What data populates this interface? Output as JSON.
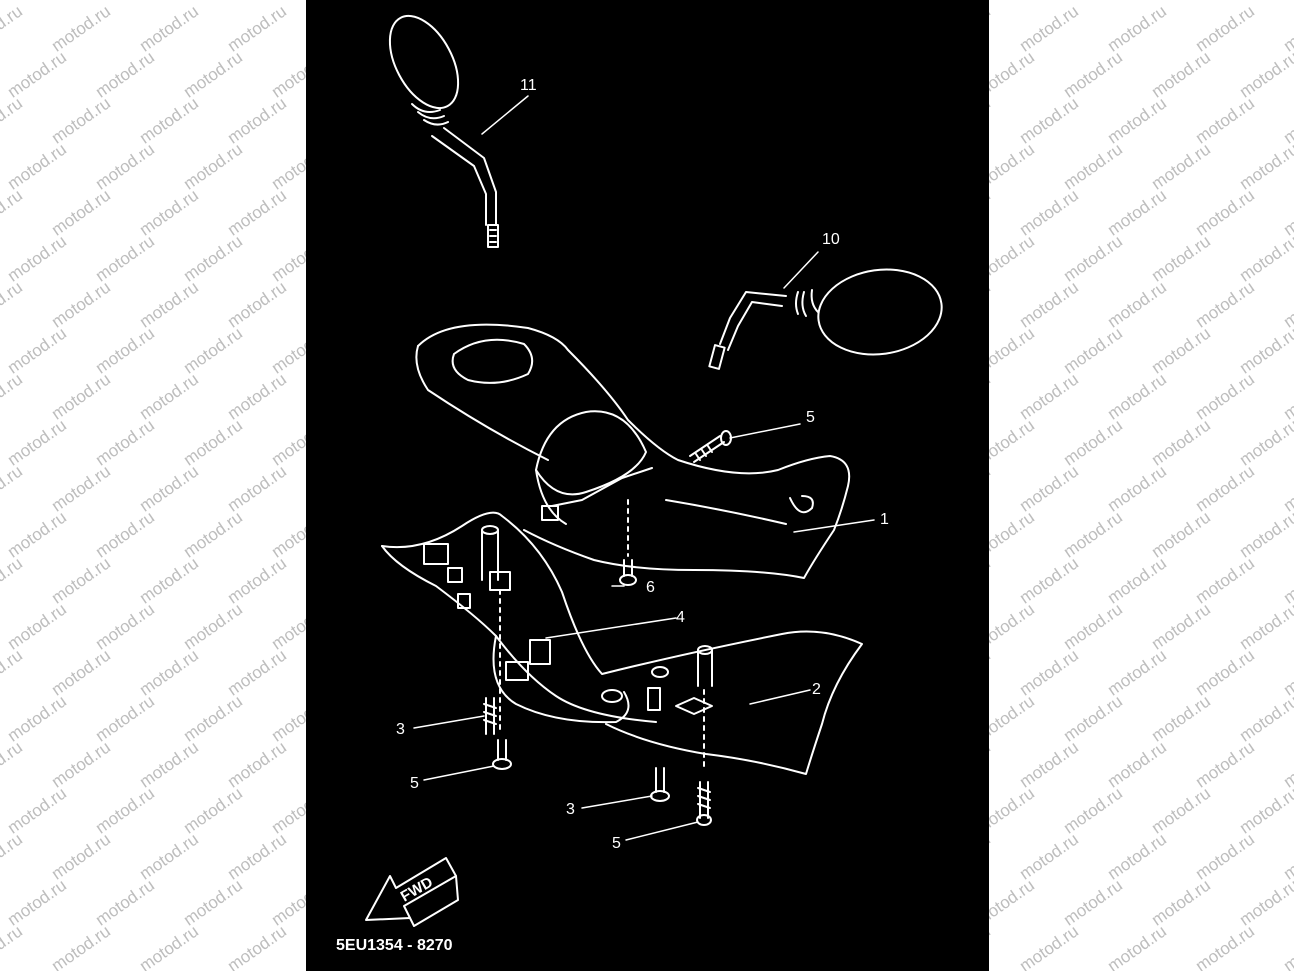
{
  "watermark": {
    "text": "motod.ru",
    "color": "#bdbdbd"
  },
  "diagram": {
    "background": "#000000",
    "line_color": "#ffffff",
    "callouts": [
      {
        "id": "mirror-left",
        "label": "11"
      },
      {
        "id": "mirror-right",
        "label": "10"
      },
      {
        "id": "screw-top",
        "label": "5"
      },
      {
        "id": "upper-cover",
        "label": "1"
      },
      {
        "id": "bolt-middle",
        "label": "6"
      },
      {
        "id": "clip",
        "label": "4"
      },
      {
        "id": "lower-cover",
        "label": "2"
      },
      {
        "id": "screw-left-a",
        "label": "3"
      },
      {
        "id": "screw-left-b",
        "label": "5"
      },
      {
        "id": "screw-bottom-a",
        "label": "3"
      },
      {
        "id": "screw-bottom-b",
        "label": "5"
      }
    ],
    "fwd_label": "FWD",
    "diagram_code": "5EU1354 - 8270"
  }
}
